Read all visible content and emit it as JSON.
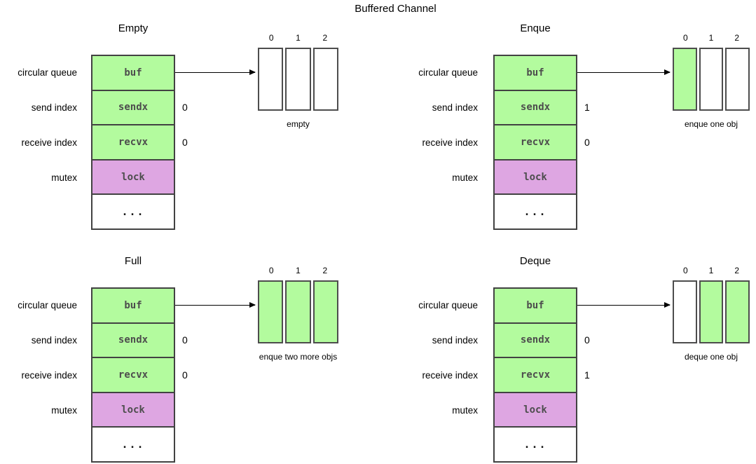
{
  "title": "Buffered Channel",
  "colors": {
    "cell_green": "#B3FB9E",
    "cell_purple": "#DEA6E2",
    "cell_white": "#FFFFFF",
    "border_dark": "#424242",
    "struct_text": "#4D4D4D",
    "arrow": "#000000"
  },
  "field_colors": [
    "green",
    "green",
    "green",
    "purple",
    "white"
  ],
  "panels": [
    {
      "title": "Empty",
      "labels": [
        "circular queue",
        "send index",
        "receive index",
        "mutex"
      ],
      "fields": [
        "buf",
        "sendx",
        "recvx",
        "lock",
        "..."
      ],
      "sendx_value": "0",
      "recvx_value": "0",
      "buffer": {
        "indices": [
          "0",
          "1",
          "2"
        ],
        "cells": [
          "empty",
          "empty",
          "empty"
        ],
        "caption": "empty"
      }
    },
    {
      "title": "Enque",
      "labels": [
        "circular queue",
        "send index",
        "receive index",
        "mutex"
      ],
      "fields": [
        "buf",
        "sendx",
        "recvx",
        "lock",
        "..."
      ],
      "sendx_value": "1",
      "recvx_value": "0",
      "buffer": {
        "indices": [
          "0",
          "1",
          "2"
        ],
        "cells": [
          "filled",
          "empty",
          "empty"
        ],
        "caption": "enque one obj"
      }
    },
    {
      "title": "Full",
      "labels": [
        "circular queue",
        "send index",
        "receive index",
        "mutex"
      ],
      "fields": [
        "buf",
        "sendx",
        "recvx",
        "lock",
        "..."
      ],
      "sendx_value": "0",
      "recvx_value": "0",
      "buffer": {
        "indices": [
          "0",
          "1",
          "2"
        ],
        "cells": [
          "filled",
          "filled",
          "filled"
        ],
        "caption": "enque two more objs"
      }
    },
    {
      "title": "Deque",
      "labels": [
        "circular queue",
        "send index",
        "receive index",
        "mutex"
      ],
      "fields": [
        "buf",
        "sendx",
        "recvx",
        "lock",
        "..."
      ],
      "sendx_value": "0",
      "recvx_value": "1",
      "buffer": {
        "indices": [
          "0",
          "1",
          "2"
        ],
        "cells": [
          "empty",
          "filled",
          "filled"
        ],
        "caption": "deque one obj"
      }
    }
  ]
}
